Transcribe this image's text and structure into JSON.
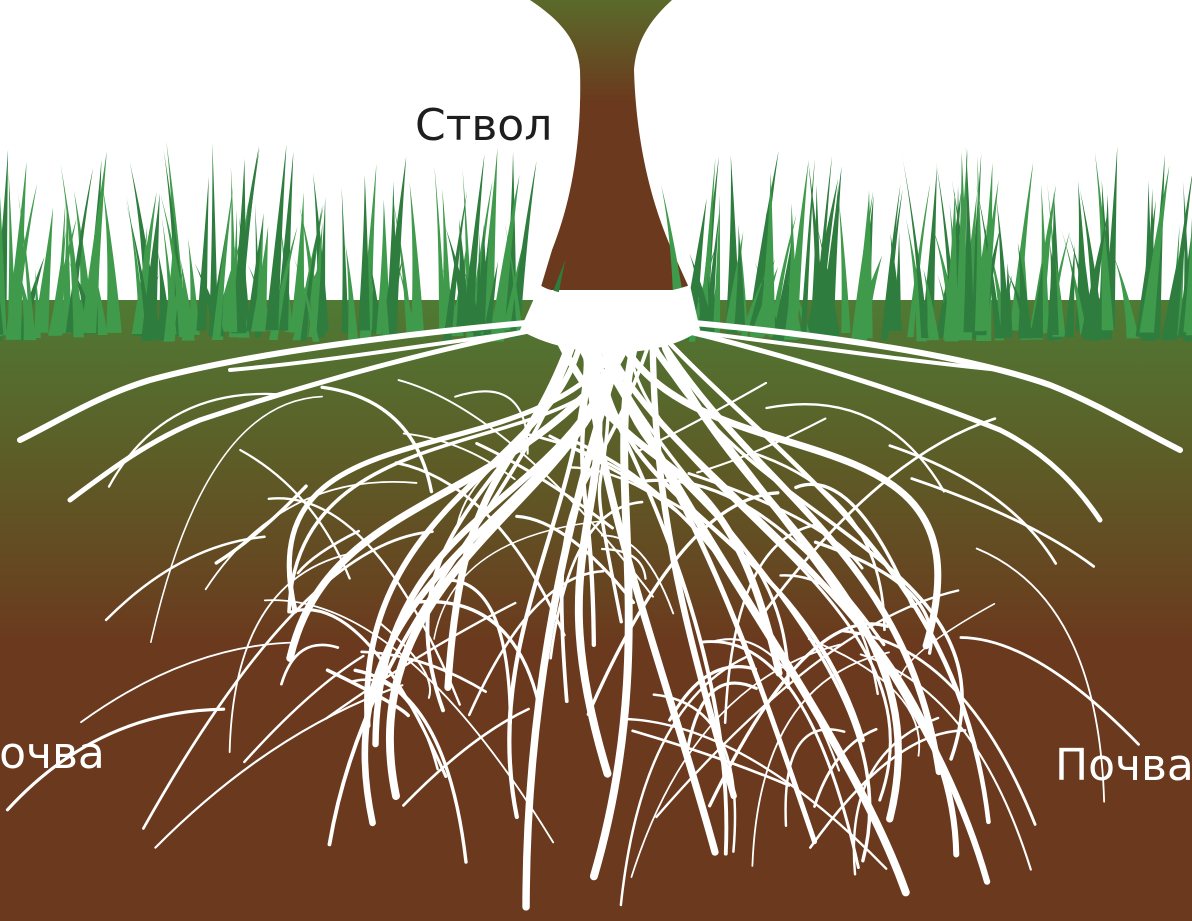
{
  "labels": {
    "trunk": "Ствол",
    "soil_left": "Почва",
    "soil_right": "Почва"
  },
  "colors": {
    "sky": "#ffffff",
    "grass_dark": "#2e7d3e",
    "grass_light": "#3f9a4c",
    "soil_top": "#4f7a34",
    "soil_mid": "#5e5a26",
    "soil_bottom": "#6b3a1e",
    "trunk_top": "#5a6a2a",
    "trunk_bottom": "#6b3a1e",
    "roots": "#ffffff",
    "label_dark": "#1e1e1e",
    "label_light": "#ffffff"
  },
  "icons": {
    "grass": "grass-blades-icon",
    "roots": "root-system-icon",
    "trunk": "tree-trunk-icon"
  }
}
